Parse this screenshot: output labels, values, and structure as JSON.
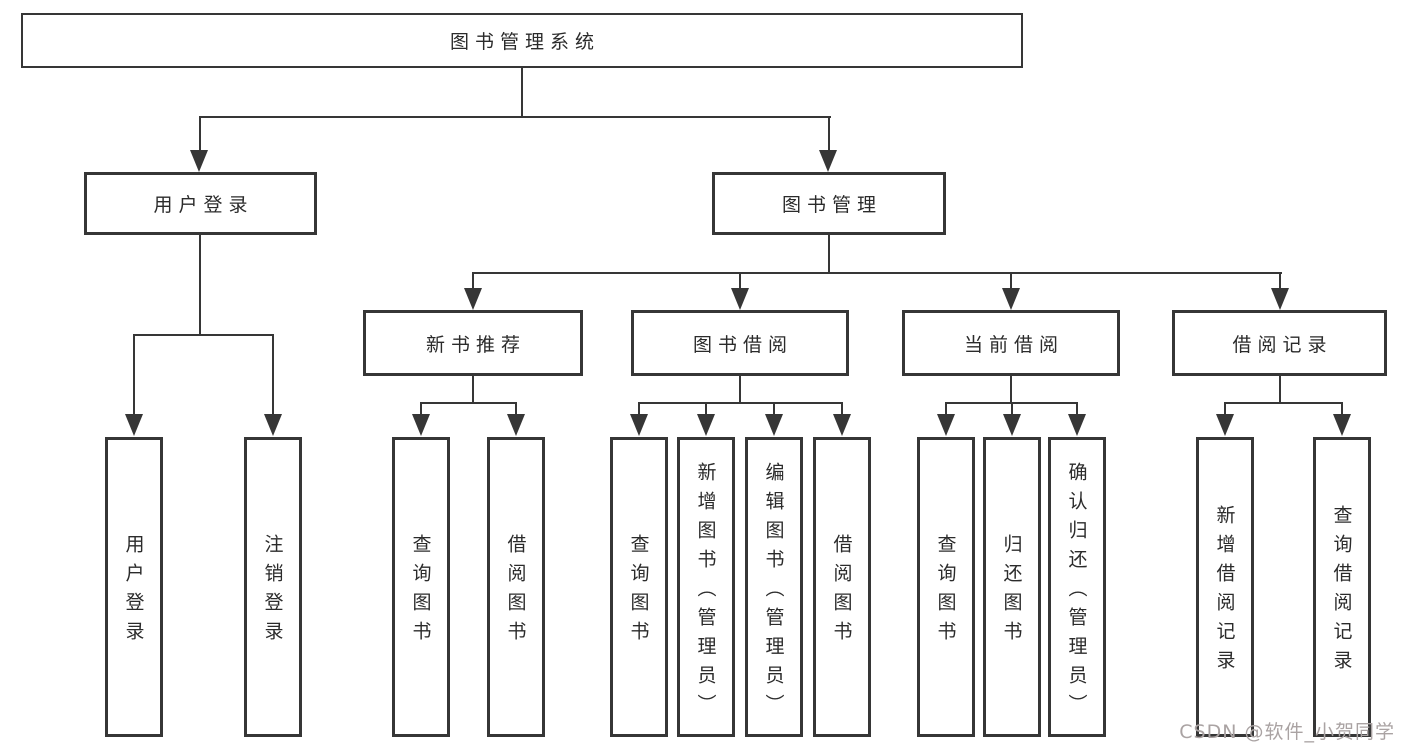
{
  "title": "图书管理系统",
  "user_branch": {
    "label": "用户登录",
    "leaves": [
      "用户登录",
      "注销登录"
    ]
  },
  "book_branch": {
    "label": "图书管理",
    "groups": [
      {
        "label": "新书推荐",
        "leaves": [
          "查询图书",
          "借阅图书"
        ]
      },
      {
        "label": "图书借阅",
        "leaves": [
          "查询图书",
          "新增图书（管理员）",
          "编辑图书（管理员）",
          "借阅图书"
        ]
      },
      {
        "label": "当前借阅",
        "leaves": [
          "查询图书",
          "归还图书",
          "确认归还（管理员）"
        ]
      },
      {
        "label": "借阅记录",
        "leaves": [
          "新增借阅记录",
          "查询借阅记录"
        ]
      }
    ]
  },
  "watermark": "CSDN @软件_小贺同学",
  "colors": {
    "line": "#363636",
    "text": "#2b2b2b",
    "watermark": "#aaa3a3"
  }
}
